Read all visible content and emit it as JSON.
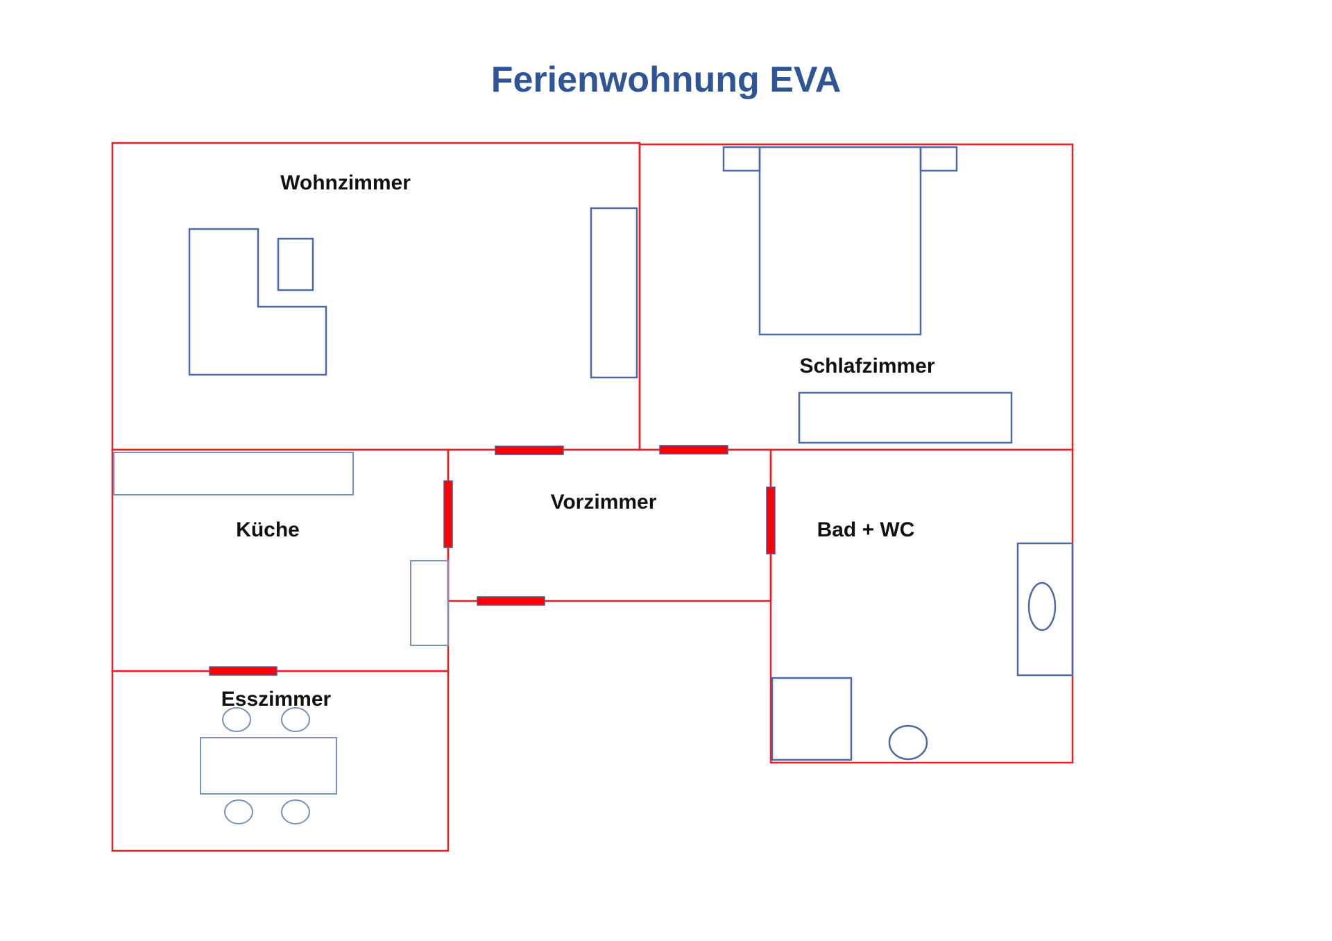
{
  "title": "Ferienwohnung EVA",
  "colors": {
    "title": "#2f5597",
    "wall": "#ee1c24",
    "furniture": "#4a69a6",
    "door_fill": "#ff0000",
    "label": "#111111"
  },
  "rooms": [
    {
      "id": "wohnzimmer",
      "label": "Wohnzimmer",
      "furniture": [
        "l-shaped-sofa",
        "side-table",
        "cabinet"
      ]
    },
    {
      "id": "schlafzimmer",
      "label": "Schlafzimmer",
      "furniture": [
        "double-bed",
        "nightstand-left",
        "nightstand-right",
        "wardrobe"
      ]
    },
    {
      "id": "kueche",
      "label": "Küche",
      "furniture": [
        "kitchen-counter",
        "kitchen-cabinet"
      ]
    },
    {
      "id": "vorzimmer",
      "label": "Vorzimmer",
      "furniture": []
    },
    {
      "id": "bad",
      "label": "Bad + WC",
      "furniture": [
        "bathtub-with-sink",
        "shower",
        "toilet"
      ]
    },
    {
      "id": "esszimmer",
      "label": "Esszimmer",
      "furniture": [
        "dining-table",
        "chair",
        "chair",
        "chair",
        "chair"
      ]
    }
  ],
  "doors": [
    {
      "id": "door-vorzimmer-wohnzimmer",
      "between": [
        "Vorzimmer",
        "Wohnzimmer"
      ]
    },
    {
      "id": "door-vorzimmer-schlafzimmer",
      "between": [
        "Vorzimmer",
        "Schlafzimmer"
      ]
    },
    {
      "id": "door-vorzimmer-kueche",
      "between": [
        "Vorzimmer",
        "Küche"
      ]
    },
    {
      "id": "door-vorzimmer-bad",
      "between": [
        "Vorzimmer",
        "Bad + WC"
      ]
    },
    {
      "id": "door-entrance",
      "between": [
        "Vorzimmer",
        "outside"
      ]
    },
    {
      "id": "door-kueche-esszimmer",
      "between": [
        "Küche",
        "Esszimmer"
      ]
    }
  ]
}
